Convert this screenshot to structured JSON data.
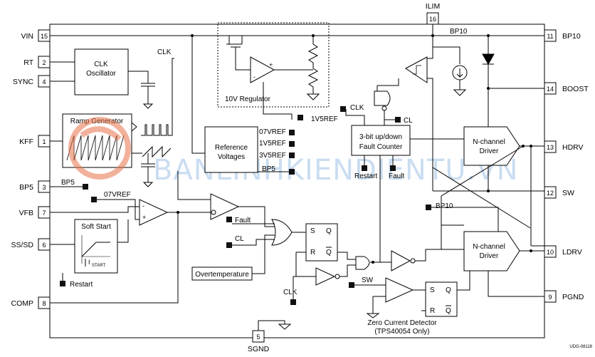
{
  "pins": [
    {
      "num": "15",
      "label": "VIN"
    },
    {
      "num": "2",
      "label": "RT"
    },
    {
      "num": "4",
      "label": "SYNC"
    },
    {
      "num": "1",
      "label": "KFF"
    },
    {
      "num": "3",
      "label": "BP5"
    },
    {
      "num": "7",
      "label": "VFB"
    },
    {
      "num": "6",
      "label": "SS/SD"
    },
    {
      "num": "8",
      "label": "COMP"
    },
    {
      "num": "16",
      "label": "ILIM"
    },
    {
      "num": "11",
      "label": "BP10"
    },
    {
      "num": "14",
      "label": "BOOST"
    },
    {
      "num": "13",
      "label": "HDRV"
    },
    {
      "num": "12",
      "label": "SW"
    },
    {
      "num": "10",
      "label": "LDRV"
    },
    {
      "num": "9",
      "label": "PGND"
    },
    {
      "num": "5",
      "label": "SGND"
    }
  ],
  "blocks": {
    "clk_osc_1": "CLK",
    "clk_osc_2": "Oscillator",
    "ramp": "Ramp Generator",
    "ref_1": "Reference",
    "ref_2": "Voltages",
    "fault_1": "3-bit up/down",
    "fault_2": "Fault Counter",
    "soft_start": "Soft Start",
    "overtemp": "Overtemperature",
    "regulator": "10V Regulator",
    "hdrv_1": "N-channel",
    "hdrv_2": "Driver",
    "ldrv_1": "N-channel",
    "ldrv_2": "Driver",
    "zcd_1": "Zero Current Detector",
    "zcd_2": "(TPS40054 Only)"
  },
  "signals": {
    "clk_top": "CLK",
    "clk_fault": "CLK",
    "clk_sr": "CLK",
    "cl": "CL",
    "cl_or": "CL",
    "v07": "07VREF",
    "v1v5": "1V5REF",
    "v3v5": "3V5REF",
    "bp5_ref": "BP5",
    "bp5_pin": "BP5",
    "v07_amp": "07VREF",
    "v1v5_reg": "1V5REF",
    "restart_ss": "Restart",
    "restart_fc": "Restart",
    "fault_fc": "Fault",
    "fault_or": "Fault",
    "bp10_top": "BP10",
    "bp10_mid": "BP10",
    "sw_zcd": "SW",
    "istart": "I",
    "istart_sub": "START",
    "s1": "S",
    "r1": "R",
    "q1": "Q",
    "qb1": "Q",
    "s2": "S",
    "r2": "R",
    "q2": "Q",
    "qb2": "Q"
  },
  "watermark": "BANLINHKIENDIENTU.VN",
  "footer_code": "UDG-08118"
}
